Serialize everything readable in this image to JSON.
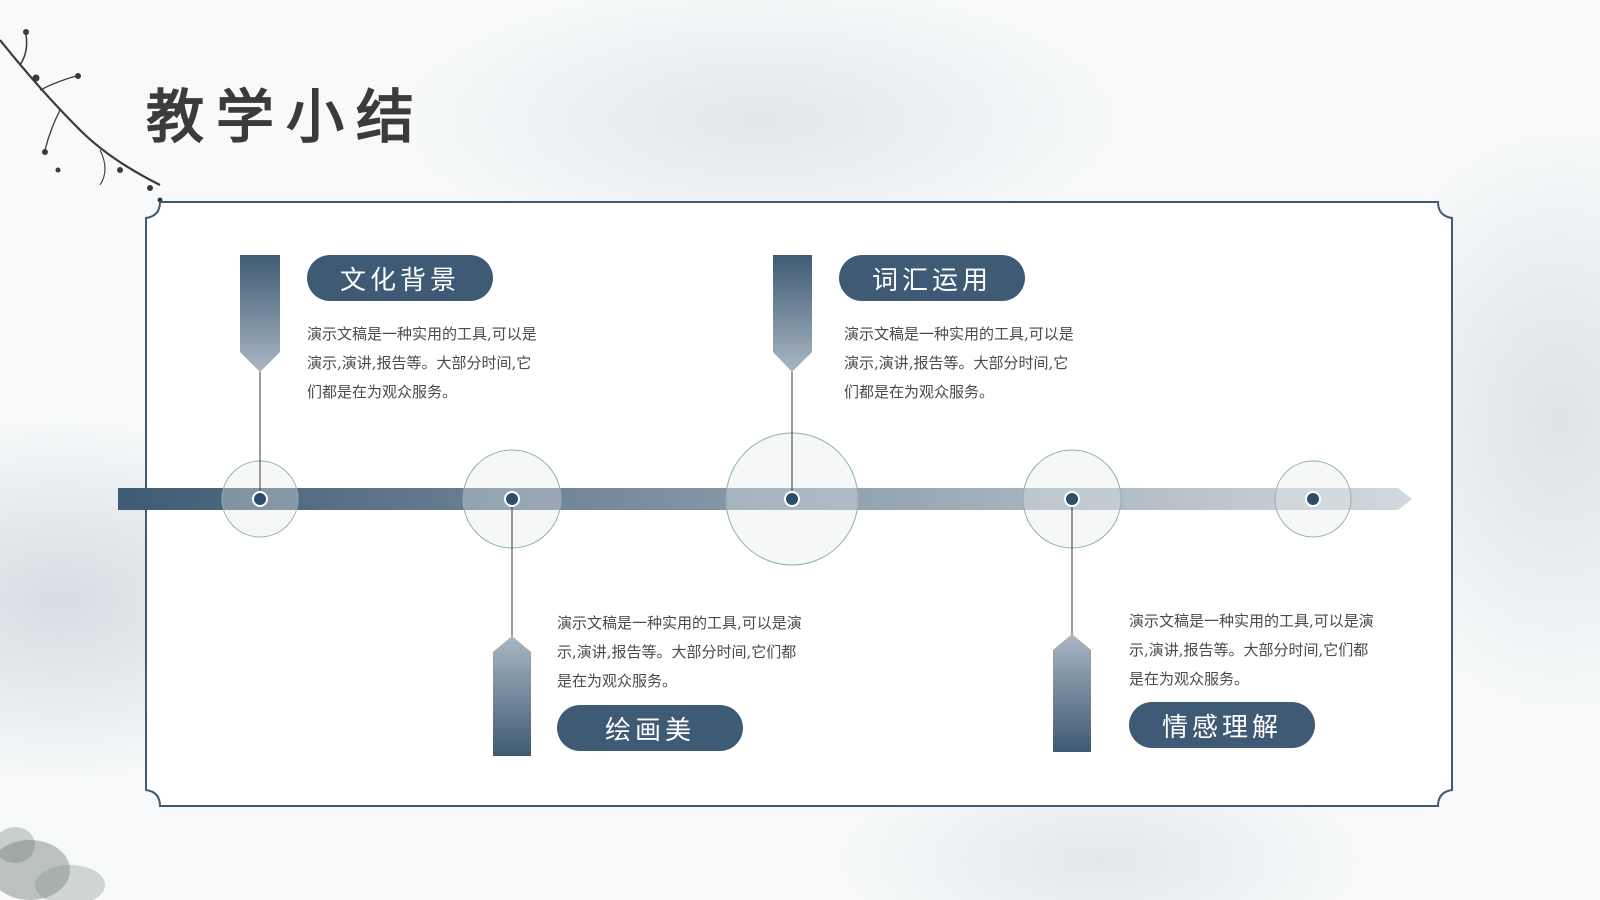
{
  "page": {
    "title": "教学小结"
  },
  "colors": {
    "primary": "#3f5a74",
    "frame": "#3f5a74",
    "circle": "#8fb0ad",
    "text": "#4a4a4a"
  },
  "sections": [
    {
      "label": "文化背景",
      "desc_lines": [
        "演示文稿是一种实用的工具,可以是",
        "演示,演讲,报告等。大部分时间,它",
        "们都是在为观众服务。"
      ]
    },
    {
      "label": "绘画美",
      "desc_lines": [
        "演示文稿是一种实用的工具,可以是演",
        "示,演讲,报告等。大部分时间,它们都",
        "是在为观众服务。"
      ]
    },
    {
      "label": "词汇运用",
      "desc_lines": [
        "演示文稿是一种实用的工具,可以是",
        "演示,演讲,报告等。大部分时间,它",
        "们都是在为观众服务。"
      ]
    },
    {
      "label": "情感理解",
      "desc_lines": [
        "演示文稿是一种实用的工具,可以是演",
        "示,演讲,报告等。大部分时间,它们都",
        "是在为观众服务。"
      ]
    }
  ]
}
